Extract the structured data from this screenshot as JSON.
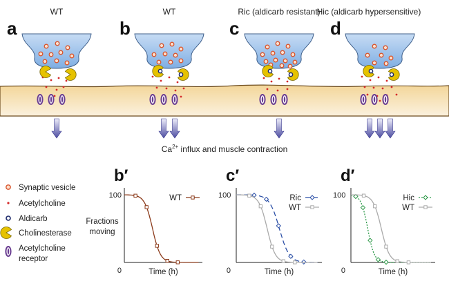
{
  "panels": [
    {
      "letter": "a",
      "title": "WT"
    },
    {
      "letter": "b",
      "title": "WT"
    },
    {
      "letter": "c",
      "title": "Ric (aldicarb resistant)"
    },
    {
      "letter": "d",
      "title": "Hic (aldicarb hypersensitive)"
    }
  ],
  "caption": {
    "prefix": "Ca",
    "sup": "2+",
    "suffix": " influx and muscle contraction"
  },
  "legend": [
    {
      "label": "Synaptic vesicle",
      "icon": "vesicle-icon"
    },
    {
      "label": "Acetylcholine",
      "icon": "acetylcholine-icon"
    },
    {
      "label": "Aldicarb",
      "icon": "aldicarb-icon"
    },
    {
      "label": "Cholinesterase",
      "icon": "cholinesterase-icon"
    },
    {
      "label": "Acetylcholine",
      "label2": "receptor",
      "icon": "receptor-icon"
    }
  ],
  "yaxis": {
    "label1": "Fractions",
    "label2": "moving",
    "top": "100",
    "zero": "0"
  },
  "plots": [
    {
      "letter": "b′",
      "xlabel": "Time (h)",
      "legend": [
        {
          "name": "WT"
        }
      ]
    },
    {
      "letter": "c′",
      "xlabel": "Time (h)",
      "legend": [
        {
          "name": "Ric"
        },
        {
          "name": "WT"
        }
      ]
    },
    {
      "letter": "d′",
      "xlabel": "Time (h)",
      "legend": [
        {
          "name": "Hic"
        },
        {
          "name": "WT"
        }
      ]
    }
  ],
  "colors": {
    "wt_b": "#8b3a1a",
    "wt_gray": "#aaaaaa",
    "ric": "#2b4fa6",
    "hic": "#2f9a4a",
    "terminal": "#aac8ea",
    "muscle": "#f2cf8e",
    "vesicle": "#d9532a",
    "ach": "#d42a2a",
    "cholinesterase": "#e6c200",
    "receptor": "#6a3d91",
    "arrow": "#5a5aa8"
  }
}
